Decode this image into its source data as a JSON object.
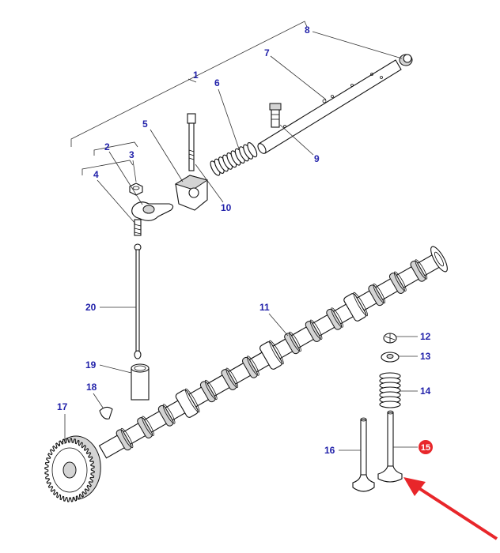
{
  "diagram": {
    "callouts": [
      {
        "id": "1",
        "label": "1"
      },
      {
        "id": "2",
        "label": "2"
      },
      {
        "id": "3",
        "label": "3"
      },
      {
        "id": "4",
        "label": "4"
      },
      {
        "id": "5",
        "label": "5"
      },
      {
        "id": "6",
        "label": "6"
      },
      {
        "id": "7",
        "label": "7"
      },
      {
        "id": "8",
        "label": "8"
      },
      {
        "id": "9",
        "label": "9"
      },
      {
        "id": "10",
        "label": "10"
      },
      {
        "id": "11",
        "label": "11"
      },
      {
        "id": "12",
        "label": "12"
      },
      {
        "id": "13",
        "label": "13"
      },
      {
        "id": "14",
        "label": "14"
      },
      {
        "id": "15",
        "label": "15",
        "highlighted": true
      },
      {
        "id": "16",
        "label": "16"
      },
      {
        "id": "17",
        "label": "17"
      },
      {
        "id": "18",
        "label": "18"
      },
      {
        "id": "19",
        "label": "19"
      },
      {
        "id": "20",
        "label": "20"
      }
    ],
    "highlight_color": "#e8262a",
    "label_color": "#2222aa",
    "pointer_arrow": {
      "color": "#e8262a",
      "target": "15"
    }
  }
}
